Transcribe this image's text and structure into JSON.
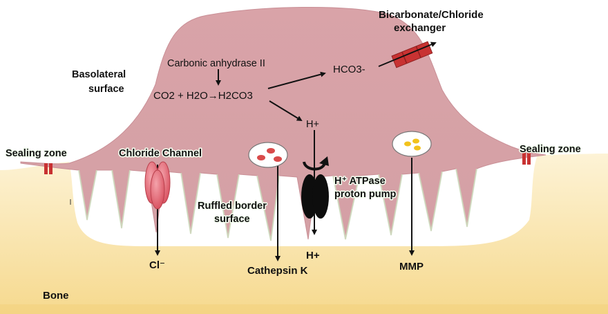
{
  "diagram": {
    "labels": {
      "bicarbonate_line1": "Bicarbonate/Chloride",
      "bicarbonate_line2": "exchanger",
      "carbonic_anhydrase": "Carbonic anhydrase II",
      "basolateral_line1": "Basolateral",
      "basolateral_line2": "surface",
      "reaction": "CO2 + H2O→H2CO3",
      "bicarbonate_ion": "HCO3-",
      "proton_top": "H+",
      "sealing_zone_left": "Sealing zone",
      "sealing_zone_right": "Sealing zone",
      "chloride_channel": "Chloride Channel",
      "atpase_line1": "H⁺ ATPase",
      "atpase_line2": "proton pump",
      "ruffled_line1": "Ruffled border",
      "ruffled_line2": "surface",
      "chloride_ion": "Cl⁻",
      "cathepsin": "Cathepsin K",
      "proton_bottom": "H+",
      "mmp": "MMP",
      "bone": "Bone"
    },
    "colors": {
      "cell": "#d7a4a8",
      "cell_edge": "#c48e94",
      "bone": "#f9e3a8",
      "bone_light": "#fdf3d6",
      "exchanger": "#c83232",
      "channel": "#e8707c",
      "pump": "#0d0d0d",
      "cathepsin_dot": "#d94a4a",
      "mmp_dot": "#f2c21c"
    }
  }
}
